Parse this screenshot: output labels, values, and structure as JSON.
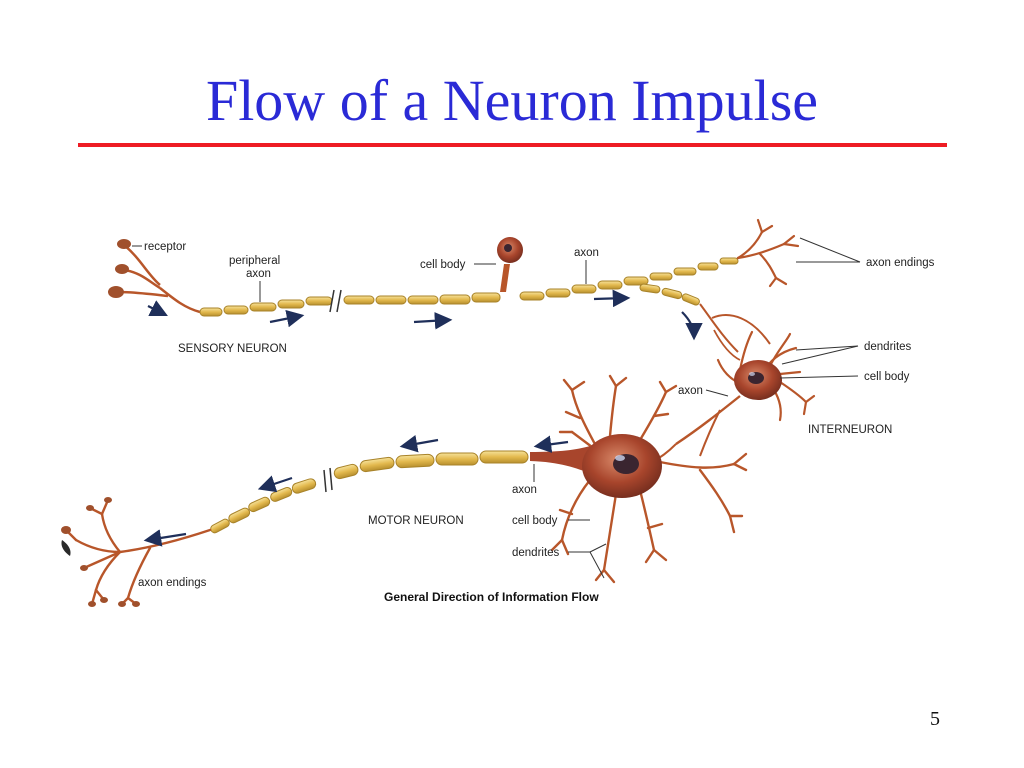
{
  "slide": {
    "title": "Flow of a Neuron Impulse",
    "page_number": "5",
    "accent_color": "#ee1c24",
    "title_color": "#2a2ad6"
  },
  "diagram": {
    "sensory": {
      "receptor": "receptor",
      "peripheral_axon": [
        "peripheral",
        "axon"
      ],
      "cell_body": "cell body",
      "axon": "axon",
      "axon_endings": "axon endings",
      "caption": "SENSORY NEURON"
    },
    "interneuron": {
      "dendrites": "dendrites",
      "cell_body": "cell body",
      "axon": "axon",
      "caption": "INTERNEURON"
    },
    "motor": {
      "axon": "axon",
      "cell_body": "cell body",
      "dendrites": "dendrites",
      "axon_endings": "axon endings",
      "caption": "MOTOR NEURON"
    },
    "footer_caption": "General Direction of Information Flow",
    "colors": {
      "myelin": "#e8c35a",
      "myelin_outline": "#a8832a",
      "dendrite": "#b8562a",
      "cell_body": "#a8452c",
      "nucleus": "#3a2530",
      "arrow": "#1f2f5a"
    }
  }
}
